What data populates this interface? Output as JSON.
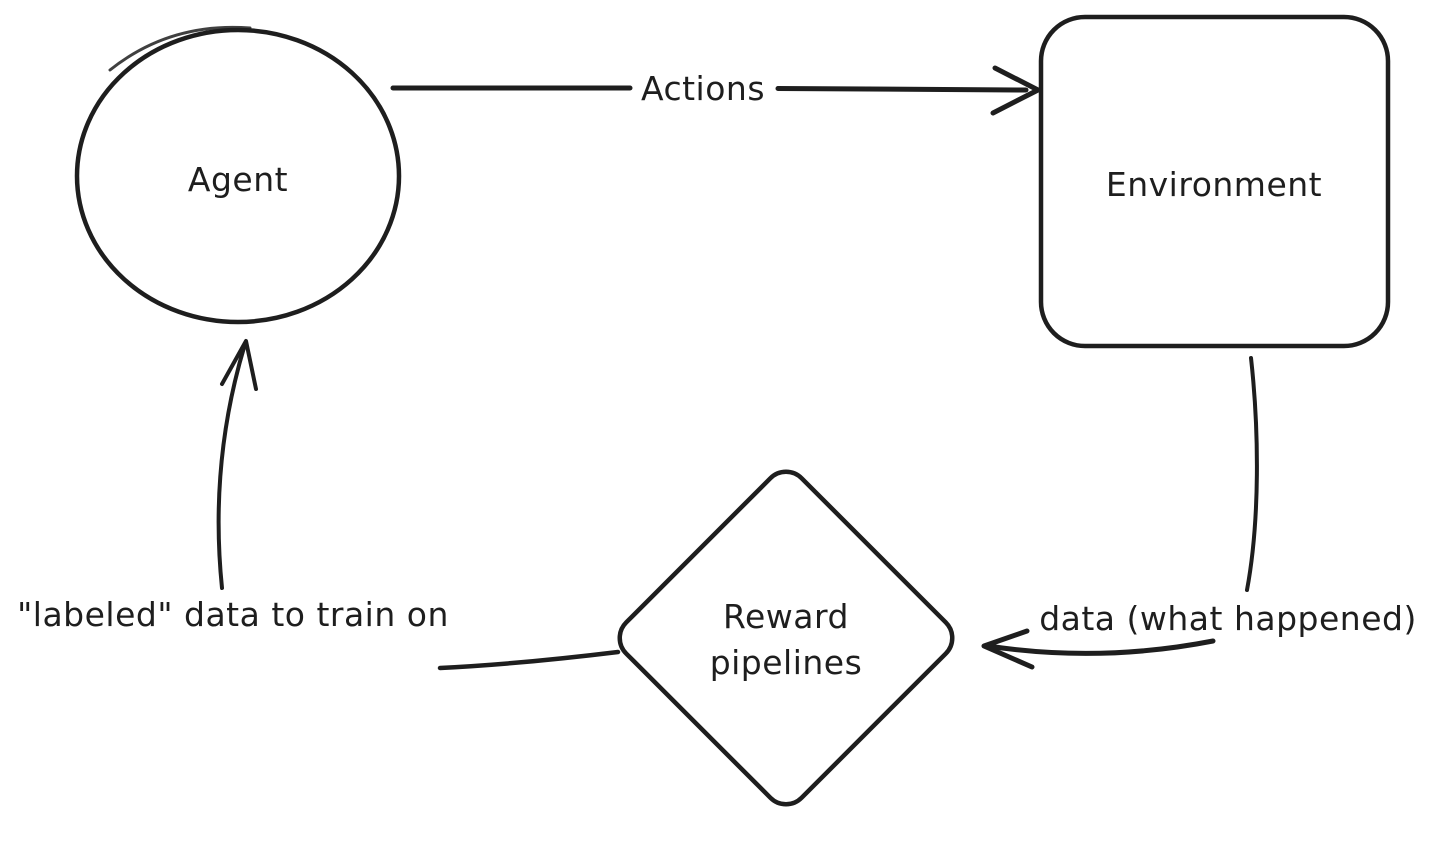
{
  "canvas": {
    "background": "#ffffff",
    "stroke_color": "#1e1e1e"
  },
  "nodes": {
    "agent": {
      "label": "Agent",
      "shape": "ellipse",
      "fill": "#b2f2bb"
    },
    "environment": {
      "label": "Environment",
      "shape": "rounded-rectangle",
      "fill": "#a5d8ff"
    },
    "reward_pipelines": {
      "label": "Reward pipelines",
      "shape": "diamond",
      "fill": "#ffec99"
    }
  },
  "edges": {
    "actions": {
      "label": "Actions",
      "from": "agent",
      "to": "environment",
      "style": "straight-arrow"
    },
    "data_feed": {
      "label": "data (what happened)",
      "from": "environment",
      "to": "reward_pipelines",
      "style": "curved-arrow"
    },
    "labeled_data": {
      "label": "\"labeled\" data to train on",
      "from": "reward_pipelines",
      "to": "agent",
      "style": "curved-arrow"
    }
  }
}
